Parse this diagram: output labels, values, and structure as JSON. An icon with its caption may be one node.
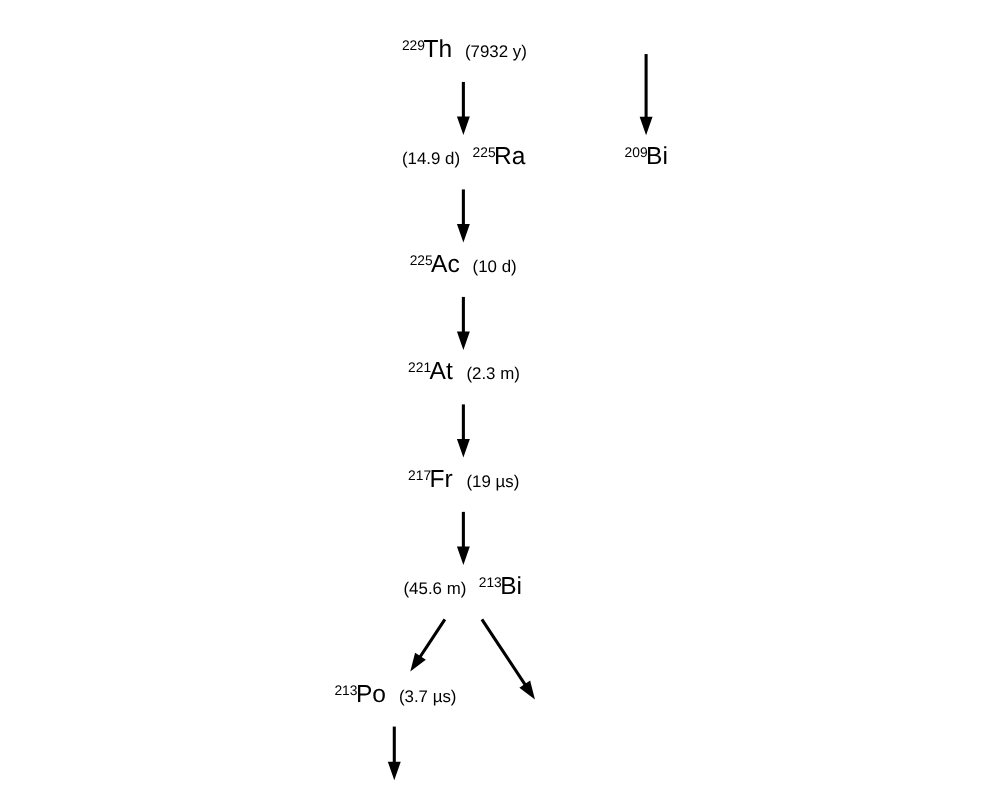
{
  "diagram": {
    "nodes": [
      {
        "text": [
          "$^{229}$Th"
        ],
        "beside": [
          "(7932 y)"
        ]
      },
      {
        "text": [
          "$^{225}$Ra"
        ],
        "beside": [
          "(14.9 d)"
        ]
      },
      {
        "text": [
          "$^{225}$Ac"
        ],
        "beside": [
          "(10 d)"
        ]
      },
      {
        "text": [
          "$^{221}$At"
        ],
        "beside": [
          "(2.3 m)"
        ]
      },
      {
        "text": [
          "$^{217}$Fr"
        ],
        "beside": [
          "(19 µs)"
        ]
      },
      {
        "text": [
          "$^{213}$Bi"
        ],
        "beside": [
          "(45.6 m)"
        ]
      },
      {
        "text": [
          "$^{213}$Po"
        ],
        "beside": [
          "(3.7 µs)"
        ]
      },
      {
        "text": [
          "$^{209}$Bi"
        ]
      }
    ],
    "edges": [
      {
        "from": 0,
        "to": 1,
        "arrow": "to"
      },
      {
        "from": 1,
        "to": 2,
        "arrow": "to"
      },
      {
        "from": 2,
        "to": 3,
        "arrow": "to"
      },
      {
        "from": 3,
        "to": 4,
        "arrow": "to"
      },
      {
        "from": 4,
        "to": 5,
        "arrow": "to"
      },
      {
        "from": 5,
        "to": 6,
        "arrow": "to"
      },
      {
        "from": 5,
        "to": null,
        "arrow": "to"
      },
      {
        "from": 6,
        "to": null,
        "arrow": "to"
      },
      {
        "from": null,
        "to": 7,
        "arrow": "to"
      }
    ]
  }
}
